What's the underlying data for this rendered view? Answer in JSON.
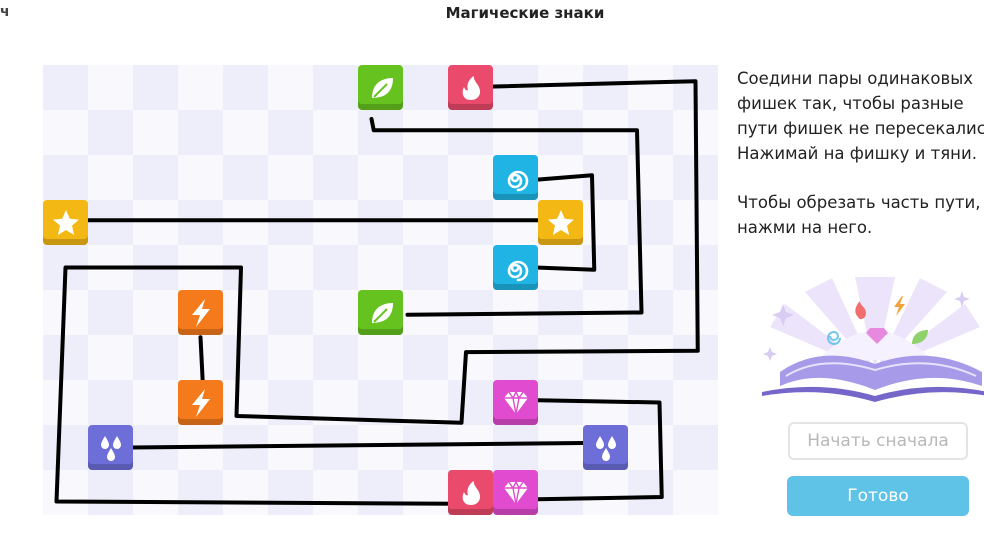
{
  "header": {
    "left_fragment": "ч",
    "title": "Магические знаки"
  },
  "instructions": {
    "paragraph1_lines": [
      "Соедини пары одинаковых",
      "фишек так, чтобы разные",
      "пути фишек не пересекались.",
      "Нажимай на фишку и тяни."
    ],
    "paragraph2_lines": [
      "Чтобы обрезать часть пути,",
      "нажми на него."
    ]
  },
  "buttons": {
    "restart": "Начать сначала",
    "done": "Готово"
  },
  "board": {
    "columns": 15,
    "rows": 10,
    "tiles": [
      {
        "symbol": "leaf",
        "color": "#66c21f",
        "col": 7,
        "row": 0
      },
      {
        "symbol": "fire",
        "color": "#ea4a6b",
        "col": 9,
        "row": 0
      },
      {
        "symbol": "spiral",
        "color": "#1fb4e3",
        "col": 10,
        "row": 2
      },
      {
        "symbol": "star",
        "color": "#f4b815",
        "col": 0,
        "row": 3
      },
      {
        "symbol": "star",
        "color": "#f4b815",
        "col": 11,
        "row": 3
      },
      {
        "symbol": "spiral",
        "color": "#1fb4e3",
        "col": 10,
        "row": 4
      },
      {
        "symbol": "lightning",
        "color": "#f47a1c",
        "col": 3,
        "row": 5
      },
      {
        "symbol": "leaf",
        "color": "#66c21f",
        "col": 7,
        "row": 5
      },
      {
        "symbol": "lightning",
        "color": "#f47a1c",
        "col": 3,
        "row": 7
      },
      {
        "symbol": "gem",
        "color": "#e04bcf",
        "col": 10,
        "row": 7
      },
      {
        "symbol": "drops",
        "color": "#6d6ed8",
        "col": 1,
        "row": 8
      },
      {
        "symbol": "drops",
        "color": "#6d6ed8",
        "col": 12,
        "row": 8
      },
      {
        "symbol": "fire",
        "color": "#ea4a6b",
        "col": 9,
        "row": 9
      },
      {
        "symbol": "gem",
        "color": "#e04bcf",
        "col": 10,
        "row": 9
      }
    ],
    "paths": [
      {
        "pair": "fire",
        "points": [
          [
            9.6,
            0.49
          ],
          [
            14.5,
            0.36
          ],
          [
            14.55,
            6.35
          ],
          [
            9.4,
            6.38
          ],
          [
            9.3,
            7.95
          ],
          [
            4.3,
            7.8
          ],
          [
            4.4,
            4.5
          ],
          [
            0.5,
            4.5
          ],
          [
            0.3,
            9.7
          ],
          [
            9.2,
            9.75
          ]
        ]
      },
      {
        "pair": "leaf",
        "points": [
          [
            7.3,
            1.2
          ],
          [
            7.35,
            1.45
          ],
          [
            13.2,
            1.45
          ],
          [
            13.3,
            5.5
          ],
          [
            8.1,
            5.55
          ]
        ]
      },
      {
        "pair": "spiral",
        "points": [
          [
            10.95,
            2.55
          ],
          [
            12.2,
            2.45
          ],
          [
            12.25,
            4.55
          ],
          [
            10.95,
            4.5
          ]
        ]
      },
      {
        "pair": "star",
        "points": [
          [
            1.0,
            3.45
          ],
          [
            11.05,
            3.45
          ]
        ]
      },
      {
        "pair": "lightning",
        "points": [
          [
            3.5,
            6.05
          ],
          [
            3.55,
            7.05
          ]
        ]
      },
      {
        "pair": "gem",
        "points": [
          [
            11.0,
            7.45
          ],
          [
            13.7,
            7.5
          ],
          [
            13.75,
            9.6
          ],
          [
            11.0,
            9.65
          ]
        ]
      },
      {
        "pair": "drops",
        "points": [
          [
            1.95,
            8.5
          ],
          [
            12.0,
            8.4
          ]
        ]
      }
    ]
  }
}
